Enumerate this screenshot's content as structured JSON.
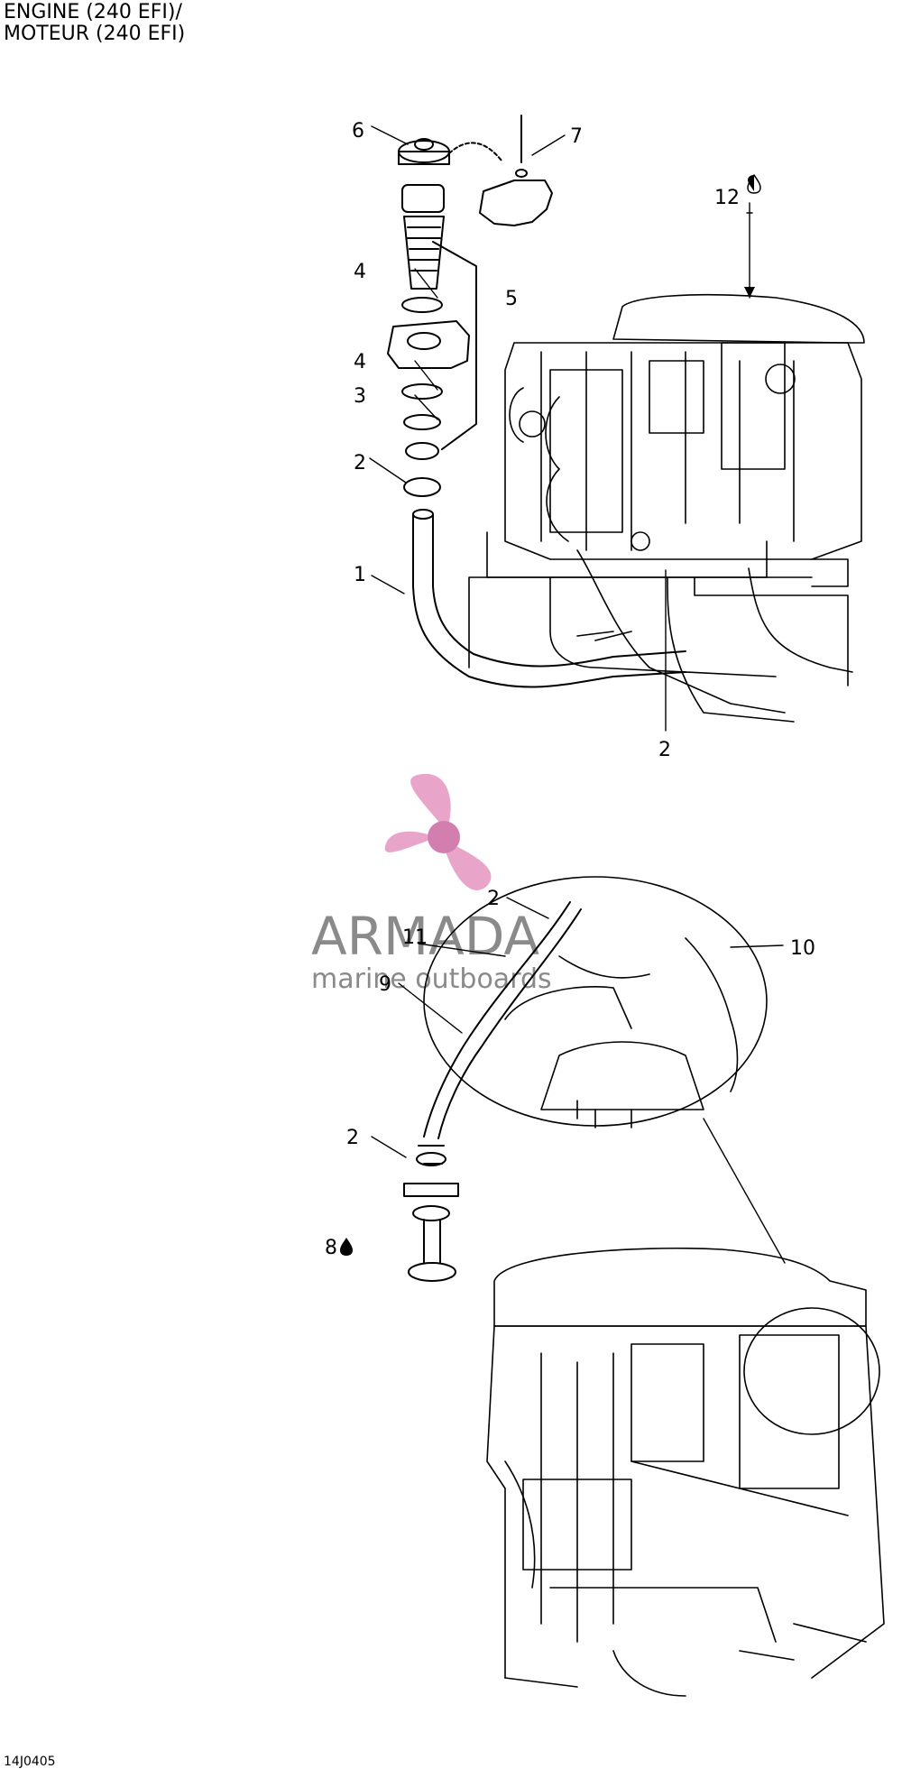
{
  "title_lines": [
    "ENGINE (240 EFI)/",
    "MOTEUR (240 EFI)"
  ],
  "diagram_code": "14J0405",
  "callouts": {
    "c1": "1",
    "c2a": "2",
    "c2b": "2",
    "c2c": "2",
    "c2d": "2",
    "c3": "3",
    "c4a": "4",
    "c4b": "4",
    "c5": "5",
    "c6": "6",
    "c7": "7",
    "c8": "8",
    "c9": "9",
    "c10": "10",
    "c11": "11",
    "c12": "12"
  },
  "watermark": {
    "brand": "ARMADA",
    "tagline": "marine outboards",
    "colors": {
      "logo": "#e9a5c9",
      "logo_center": "#d27fb0",
      "text": "#8a8a8a"
    }
  },
  "icons": {
    "fluid_drop": "drop-icon"
  }
}
